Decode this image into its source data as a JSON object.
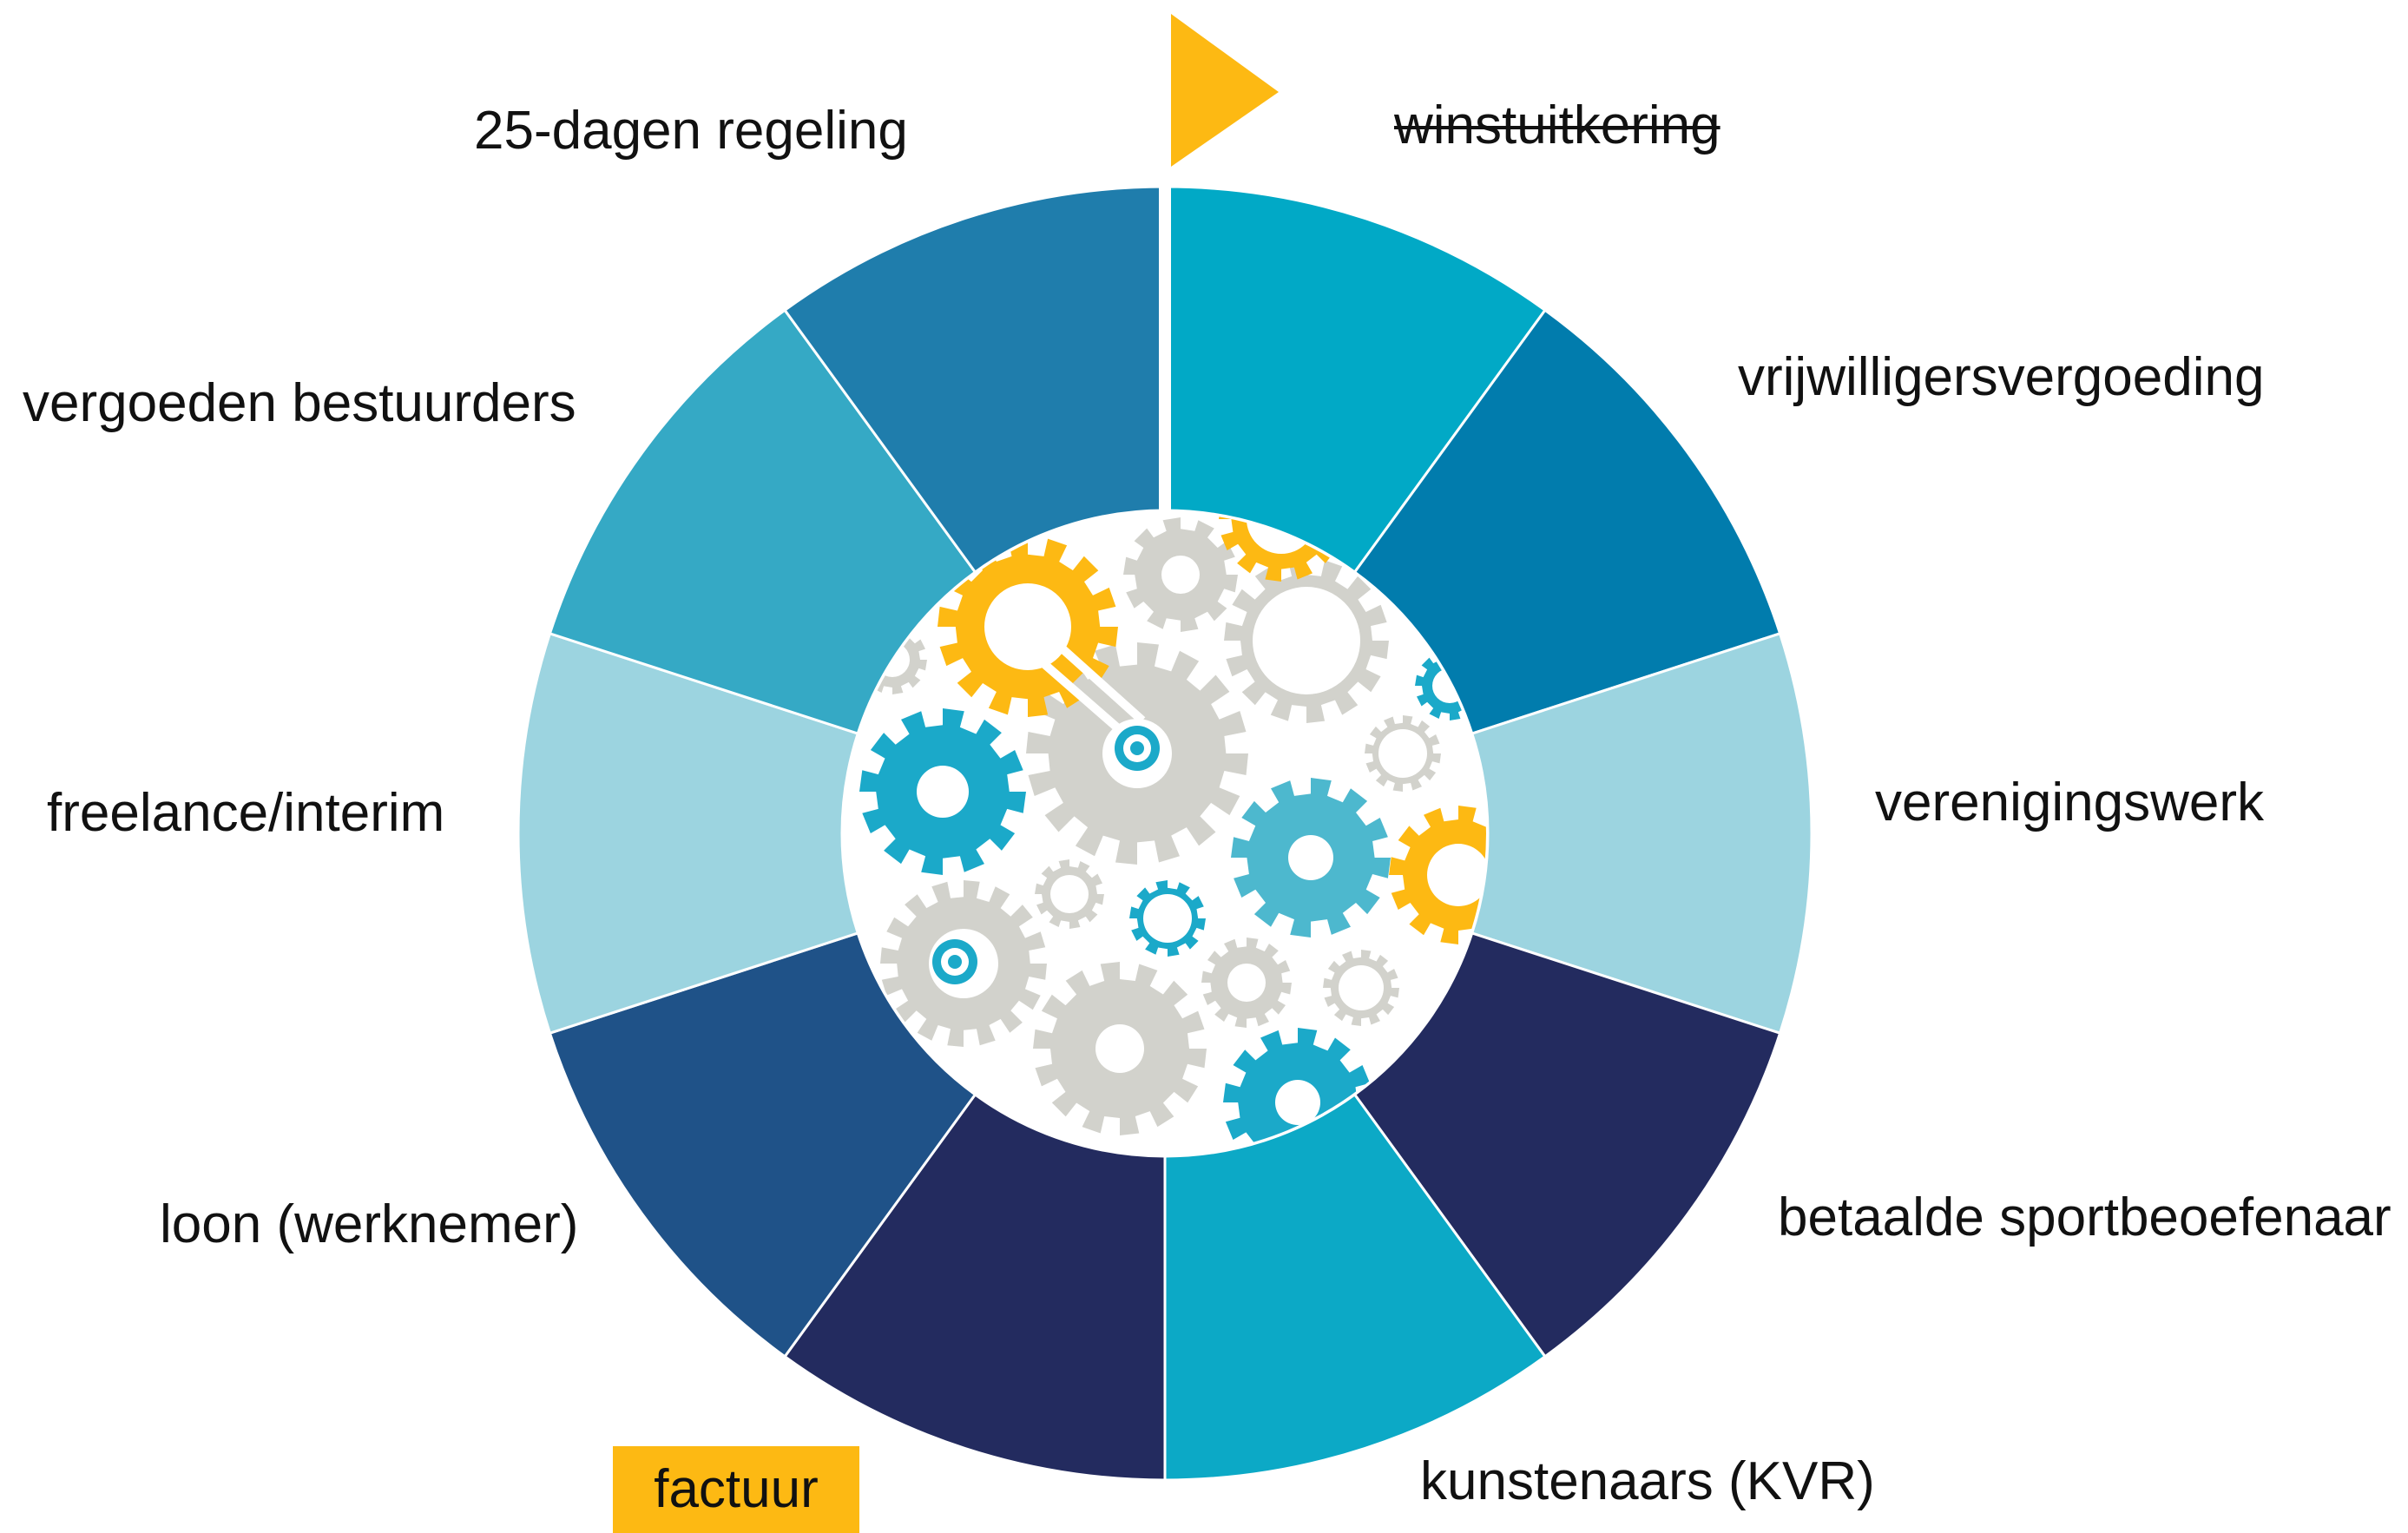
{
  "colors": {
    "flag": "#FDB913",
    "badge": "#FDB913",
    "gear_gray": "#D2D2CC",
    "gear_teal": "#1BA9C9",
    "gear_light_teal": "#4DB8CE",
    "gear_yellow": "#FDB913"
  },
  "segments": [
    {
      "label": "winstuitkering",
      "color": "#01A9C6",
      "struck": true
    },
    {
      "label": "vrijwilligersvergoeding",
      "color": "#017CAD",
      "struck": false
    },
    {
      "label": "verenigingswerk",
      "color": "#9CD4E0",
      "struck": false
    },
    {
      "label": "betaalde sportbeoefenaar",
      "color": "#232B5F",
      "struck": false
    },
    {
      "label": "kunstenaars (KVR)",
      "color": "#0CA9C6",
      "struck": false
    },
    {
      "label": "",
      "color": "#232B5F",
      "struck": false
    },
    {
      "label": "loon (werknemer)",
      "color": "#1F5288",
      "struck": false
    },
    {
      "label": "freelance/interim",
      "color": "#9CD4E0",
      "struck": false
    },
    {
      "label": "vergoeden bestuurders",
      "color": "#35A9C5",
      "struck": false
    },
    {
      "label": "25-dagen regeling",
      "color": "#1F7DAC",
      "struck": false
    }
  ],
  "badge": {
    "label": "factuur"
  },
  "icons": {
    "flag": "flag-icon",
    "center": "gears-icon"
  }
}
